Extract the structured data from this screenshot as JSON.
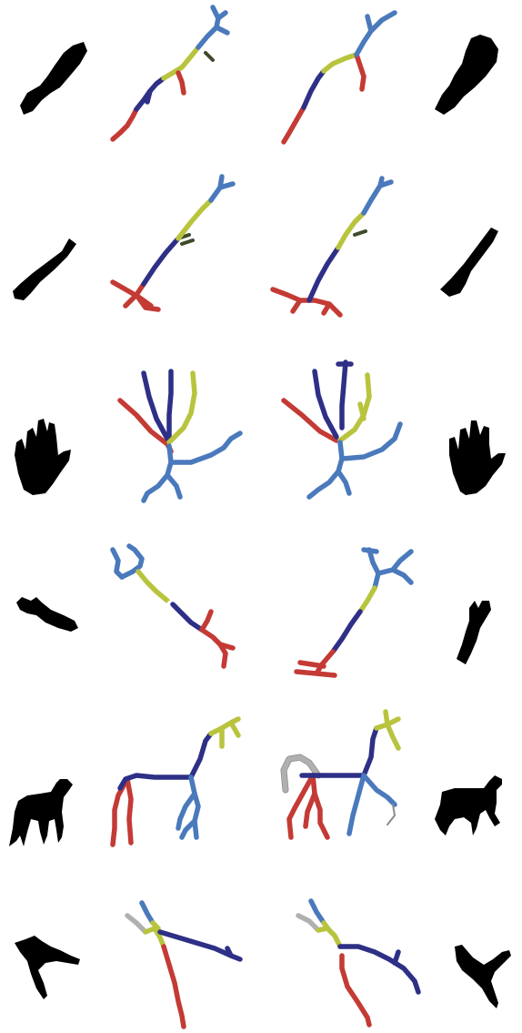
{
  "colors": {
    "red": "#c43a35",
    "navy": "#2e2f86",
    "olive": "#b9c43e",
    "blue": "#4a79bc",
    "gray": "#b0b0b0",
    "dark": "#3f4a2a",
    "silhouette": "#000000",
    "background": "#ffffff"
  },
  "rows": [
    {
      "shape": "cleaver-knife",
      "left_skeleton": "skeleton",
      "right_skeleton": "skeleton"
    },
    {
      "shape": "hammer",
      "left_skeleton": "skeleton",
      "right_skeleton": "skeleton"
    },
    {
      "shape": "hand",
      "left_skeleton": "skeleton",
      "right_skeleton": "skeleton"
    },
    {
      "shape": "wrench",
      "left_skeleton": "skeleton",
      "right_skeleton": "skeleton"
    },
    {
      "shape": "horse",
      "left_skeleton": "skeleton",
      "right_skeleton": "skeleton"
    },
    {
      "shape": "pliers",
      "left_skeleton": "skeleton",
      "right_skeleton": "skeleton"
    }
  ]
}
